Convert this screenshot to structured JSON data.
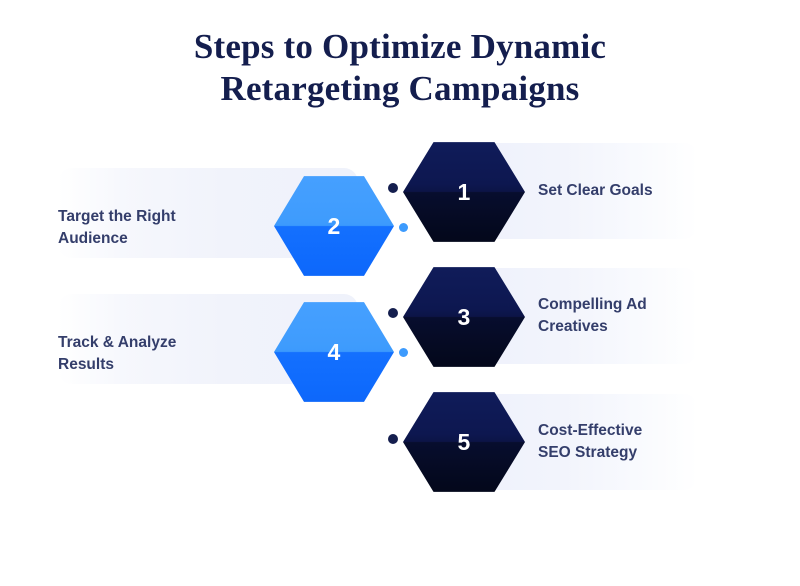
{
  "title": {
    "line1": "Steps to Optimize Dynamic",
    "line2": "Retargeting Campaigns",
    "color": "#141E4E"
  },
  "colors": {
    "background": "#FFFFFF",
    "title_navy": "#141E4E",
    "label_slate": "#343E6B",
    "hex_dark_top": "#101C5A",
    "hex_dark_bottom": "#050A22",
    "hex_blue_top": "#3D9BFD",
    "hex_blue_bottom": "#0F6BFD",
    "band_lavender": "#F1F3FB",
    "dot_dark": "#141E4E",
    "dot_light": "#3D9BFD"
  },
  "steps": [
    {
      "number": "1",
      "label_line1": "Set Clear Goals",
      "label_line2": "",
      "side": "right",
      "style": "dark"
    },
    {
      "number": "2",
      "label_line1": "Target the Right",
      "label_line2": "Audience",
      "side": "left",
      "style": "blue"
    },
    {
      "number": "3",
      "label_line1": "Compelling Ad",
      "label_line2": "Creatives",
      "side": "right",
      "style": "dark"
    },
    {
      "number": "4",
      "label_line1": "Track & Analyze",
      "label_line2": "Results",
      "side": "left",
      "style": "blue"
    },
    {
      "number": "5",
      "label_line1": "Cost-Effective",
      "label_line2": "SEO Strategy",
      "side": "right",
      "style": "dark"
    }
  ]
}
